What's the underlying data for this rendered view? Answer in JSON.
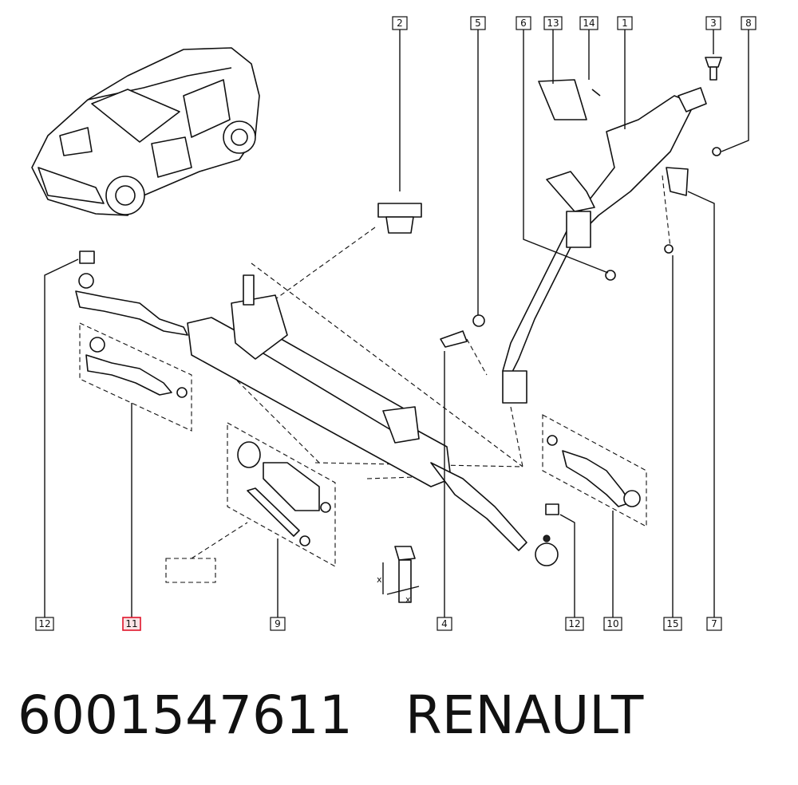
{
  "footer": {
    "part_number": "6001547611",
    "brand": "RENAULT"
  },
  "callouts": {
    "top": [
      "2",
      "5",
      "6",
      "13",
      "14",
      "1",
      "3",
      "8"
    ],
    "bottom": [
      "12",
      "11",
      "9",
      "4",
      "12",
      "10",
      "15",
      "7"
    ],
    "highlighted": "11"
  },
  "dimension_marks": [
    "x",
    "x"
  ],
  "colors": {
    "highlight": "#e0142a",
    "line": "#111111",
    "background": "#ffffff"
  }
}
